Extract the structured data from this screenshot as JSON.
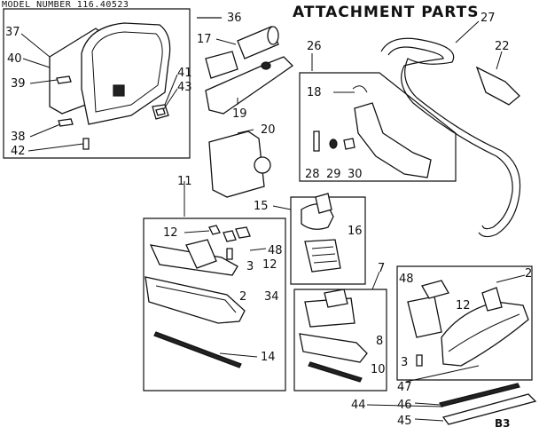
{
  "header": {
    "model_number": "MODEL NUMBER 116.40523",
    "title": "ATTACHMENT PARTS"
  },
  "footer": {
    "page_code": "B3"
  },
  "callouts": {
    "c2": "2",
    "c3": "3",
    "c7": "7",
    "c8": "8",
    "c10": "10",
    "c11": "11",
    "c12": "12",
    "c14": "14",
    "c15": "15",
    "c16": "16",
    "c17": "17",
    "c18": "18",
    "c19": "19",
    "c20": "20",
    "c22": "22",
    "c26": "26",
    "c27": "27",
    "c28": "28",
    "c29": "29",
    "c30": "30",
    "c34": "34",
    "c36": "36",
    "c37": "37",
    "c38": "38",
    "c39": "39",
    "c40": "40",
    "c41": "41",
    "c42": "42",
    "c43": "43",
    "c44": "44",
    "c45": "45",
    "c46": "46",
    "c47": "47",
    "c48": "48"
  }
}
